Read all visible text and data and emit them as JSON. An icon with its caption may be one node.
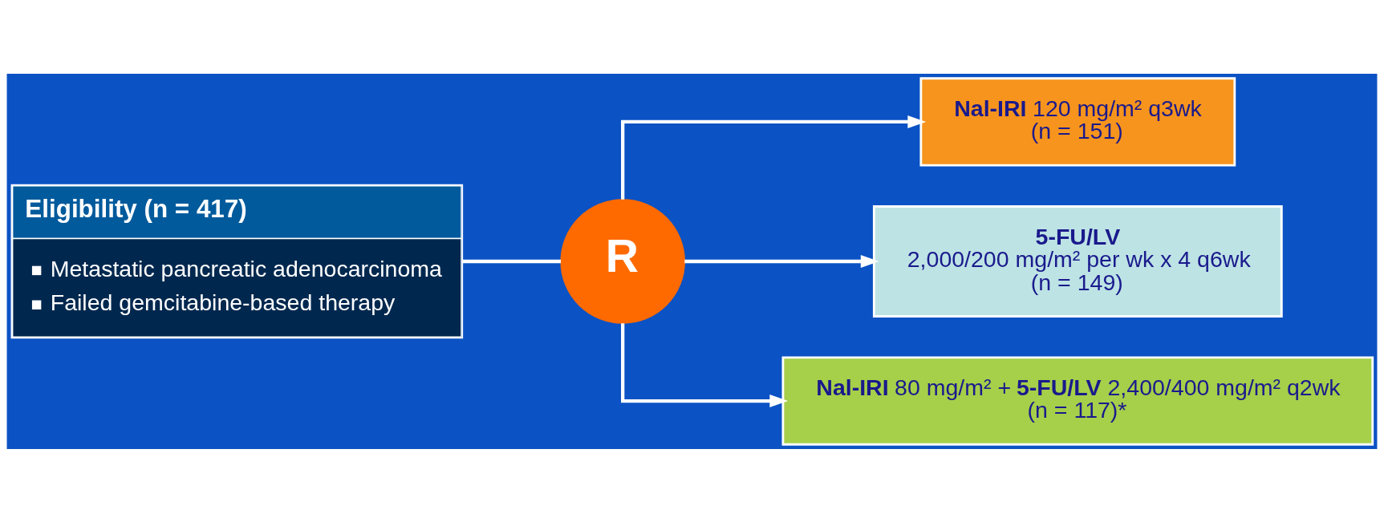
{
  "diagram": {
    "nodes": [
      {
        "text": [
          "Eligibility (n = 417)",
          "Metastatic pancreatic adenocarcinoma",
          "Failed gemcitabine-based therapy"
        ]
      },
      {
        "text": [
          "R"
        ]
      },
      {
        "text": [
          "**Nal-IRI** 120 mg/m² q3wk",
          "(n = 151)"
        ]
      },
      {
        "text": [
          "5-FU/LV",
          "2,000/200 mg/m² per wk x 4 q6wk",
          "(n = 149)"
        ]
      },
      {
        "text": [
          "**Nal-IRI** 80 mg/m² + **5-FU/LV** 2,400/400 mg/m² q2wk",
          "(n = 117)*"
        ]
      }
    ],
    "edges": [
      {
        "from": 0,
        "to": 1,
        "arrow": "none"
      },
      {
        "from": 1,
        "to": 2,
        "arrow": "to"
      },
      {
        "from": 1,
        "to": 3,
        "arrow": "to"
      },
      {
        "from": 1,
        "to": 4,
        "arrow": "to"
      }
    ]
  }
}
